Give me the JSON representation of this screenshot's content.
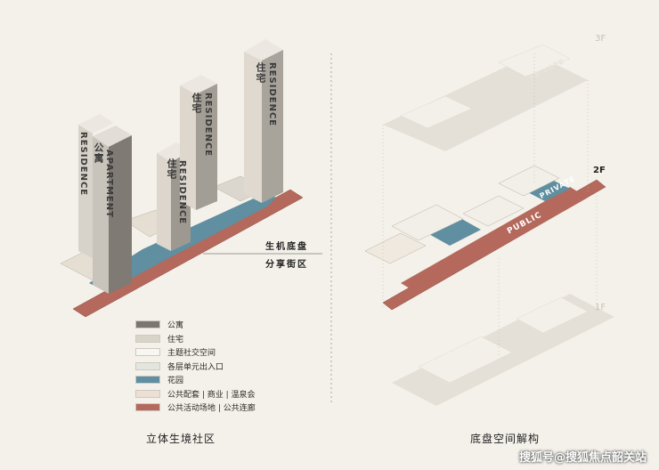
{
  "legend": [
    {
      "label": "公寓",
      "color": "#7a7670"
    },
    {
      "label": "住宅",
      "color": "#d9d4ca"
    },
    {
      "label": "主题社交空间",
      "color": "#f7f6f2"
    },
    {
      "label": "各层单元出入口",
      "color": "#e3e6df"
    },
    {
      "label": "花园",
      "color": "#5f8fa0"
    },
    {
      "label": "公共配套 | 商业 | 温泉会",
      "color": "#ebe0d3"
    },
    {
      "label": "公共活动场地 | 公共连廊",
      "color": "#b4695c"
    }
  ],
  "captions": {
    "left": "立体生境社区",
    "right": "底盘空间解构"
  },
  "street_label": {
    "line1": "生机底盘",
    "line2": "分享街区"
  },
  "buildings": {
    "tower1_label": "住宅",
    "tower1_en": "RESIDENCE",
    "tower2_label": "住宅",
    "tower2_en": "RESIDENCE",
    "tower3_label": "住宅",
    "tower3_en": "RESIDENCE",
    "tower4_label": "公寓",
    "tower4_en": "APARTMENT",
    "tower5_en": "RESIDENCE"
  },
  "floors": {
    "f3": "3F",
    "f2": "2F",
    "f1": "1F",
    "private_top": "PRIVATE",
    "private_mid": "PRIVATE",
    "public": "PUBLIC"
  },
  "watermark": "搜狐号@搜狐焦点韶关站"
}
